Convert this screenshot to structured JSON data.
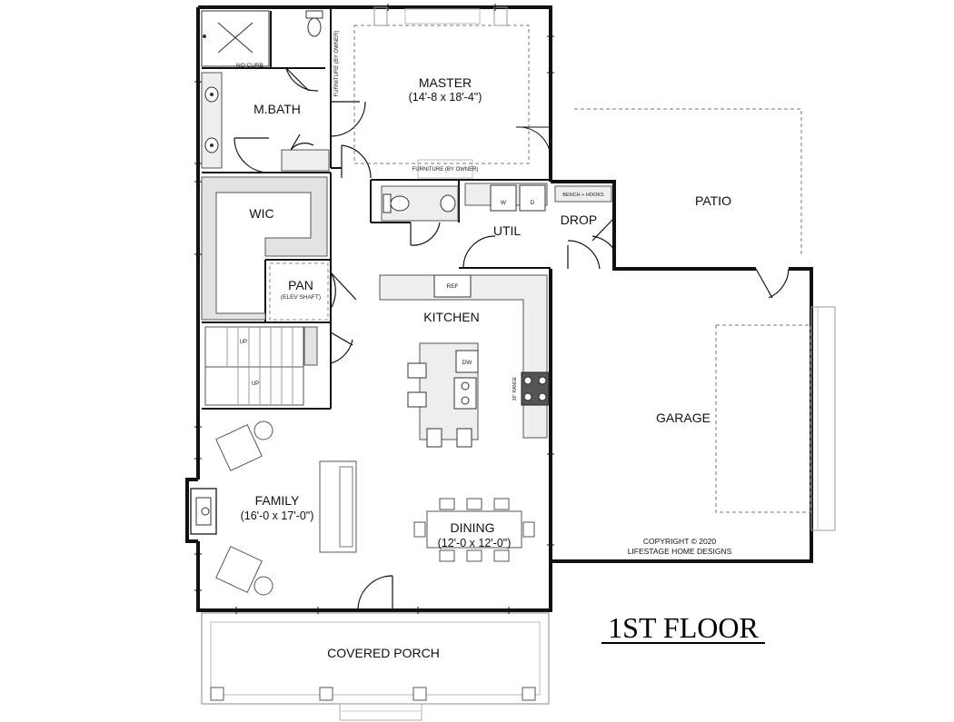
{
  "plan": {
    "title": "1ST FLOOR",
    "copyright_line1": "COPYRIGHT © 2020",
    "copyright_line2": "LIFESTAGE HOME DESIGNS",
    "rooms": {
      "master": {
        "name": "MASTER",
        "dims": "(14'-8 x 18'-4\")"
      },
      "mbath": {
        "name": "M.BATH"
      },
      "wic": {
        "name": "WIC"
      },
      "pan": {
        "name": "PAN",
        "note": "(ELEV SHAFT)"
      },
      "util": {
        "name": "UTIL"
      },
      "drop": {
        "name": "DROP"
      },
      "patio": {
        "name": "PATIO"
      },
      "kitchen": {
        "name": "KITCHEN"
      },
      "garage": {
        "name": "GARAGE"
      },
      "family": {
        "name": "FAMILY",
        "dims": "(16'-0 x 17'-0\")"
      },
      "dining": {
        "name": "DINING",
        "dims": "(12'-0 x 12'-0\")"
      },
      "porch": {
        "name": "COVERED PORCH"
      }
    },
    "small_labels": {
      "no_curb": "NO CURB",
      "ref": "REF",
      "dw": "DW",
      "washer": "W",
      "dryer": "D",
      "bench_hooks": "BENCH + HOOKS",
      "stair_up_1": "UP",
      "stair_up_2": "UP",
      "range": "36\" RANGE",
      "furniture_1": "FURNITURE (BY OWNER)",
      "furniture_2": "FURNITURE (BY OWNER)"
    }
  }
}
